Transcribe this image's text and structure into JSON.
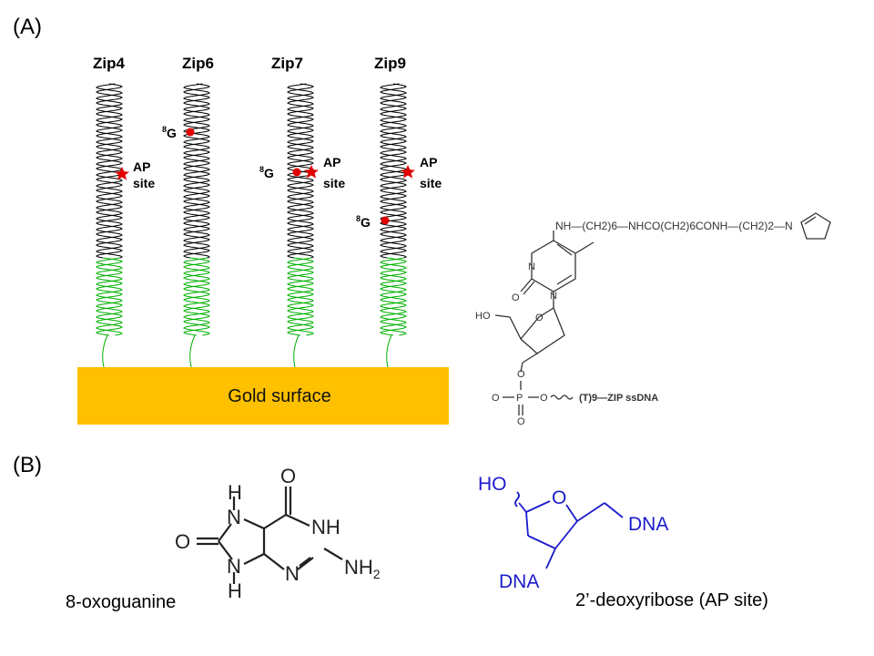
{
  "panel_a": {
    "label": "(A)",
    "strands": [
      {
        "name": "Zip4",
        "ap_label_1": "AP",
        "ap_label_2": "site",
        "g8_label": ""
      },
      {
        "name": "Zip6",
        "ap_label_1": "",
        "ap_label_2": "",
        "g8_label": "8G"
      },
      {
        "name": "Zip7",
        "ap_label_1": "AP",
        "ap_label_2": "site",
        "g8_label": "8G"
      },
      {
        "name": "Zip9",
        "ap_label_1": "AP",
        "ap_label_2": "site",
        "g8_label": "8G"
      }
    ],
    "surface_label": "Gold surface",
    "linker_structure": {
      "chain_text": "NH—(CH2)6—NHCO(CH2)6CONH—(CH2)2—N",
      "ho_label": "HO",
      "o_ring": "O",
      "n1": "N",
      "n2": "N",
      "carbonyl_o": "O",
      "phosphate_o1": "O",
      "phosphate_p": "P",
      "phosphate_o2": "O",
      "phosphate_o3": "O",
      "phosphate_o4": "O",
      "tail_text": "(T)9—ZIP ssDNA"
    }
  },
  "panel_b": {
    "label": "(B)",
    "oxoguanine": {
      "caption": "8-oxoguanine",
      "atoms": {
        "o_top": "O",
        "nh_ring": "NH",
        "h_top": "H",
        "n_top": "N",
        "o_left": "O",
        "n_mid": "N",
        "n_bottom": "N",
        "h_bottom": "H",
        "nh2": "NH2"
      }
    },
    "deoxyribose": {
      "caption": "2’-deoxyribose  (AP site)",
      "ho": "HO",
      "o": "O",
      "dna_right": "DNA",
      "dna_bottom": "DNA"
    }
  },
  "colors": {
    "gold": "#ffc000",
    "helix": "#000000",
    "linker_helix": "#00b000",
    "marker": "#e00000",
    "deoxyribose": "#1a1acc"
  }
}
